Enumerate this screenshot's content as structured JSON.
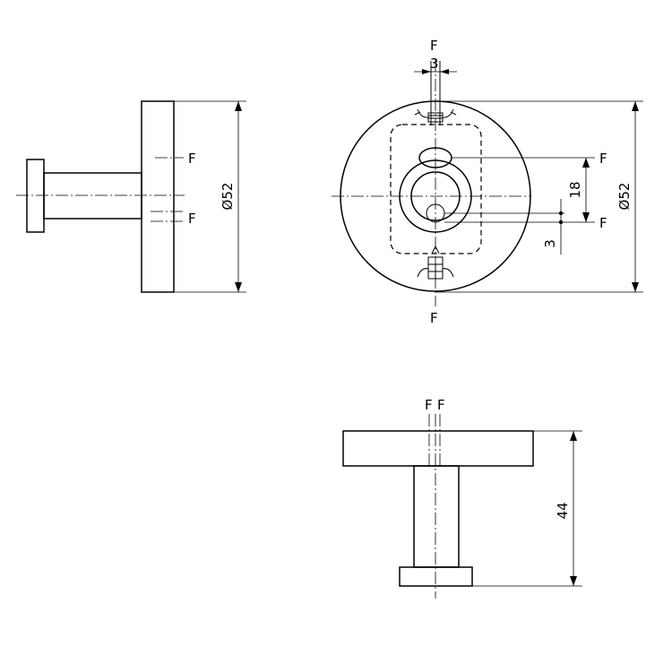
{
  "side_view": {
    "label_f_upper": "F",
    "label_f_lower": "F",
    "diameter": "Ø52"
  },
  "front_view": {
    "label_f_top": "F",
    "slot_width": "3",
    "label_f_right_upper": "F",
    "label_f_right_lower": "F",
    "spacing": "18",
    "offset": "3",
    "diameter": "Ø52",
    "label_f_bottom": "F"
  },
  "bottom_view": {
    "label_f_left": "F",
    "label_f_right": "F",
    "depth": "44"
  }
}
